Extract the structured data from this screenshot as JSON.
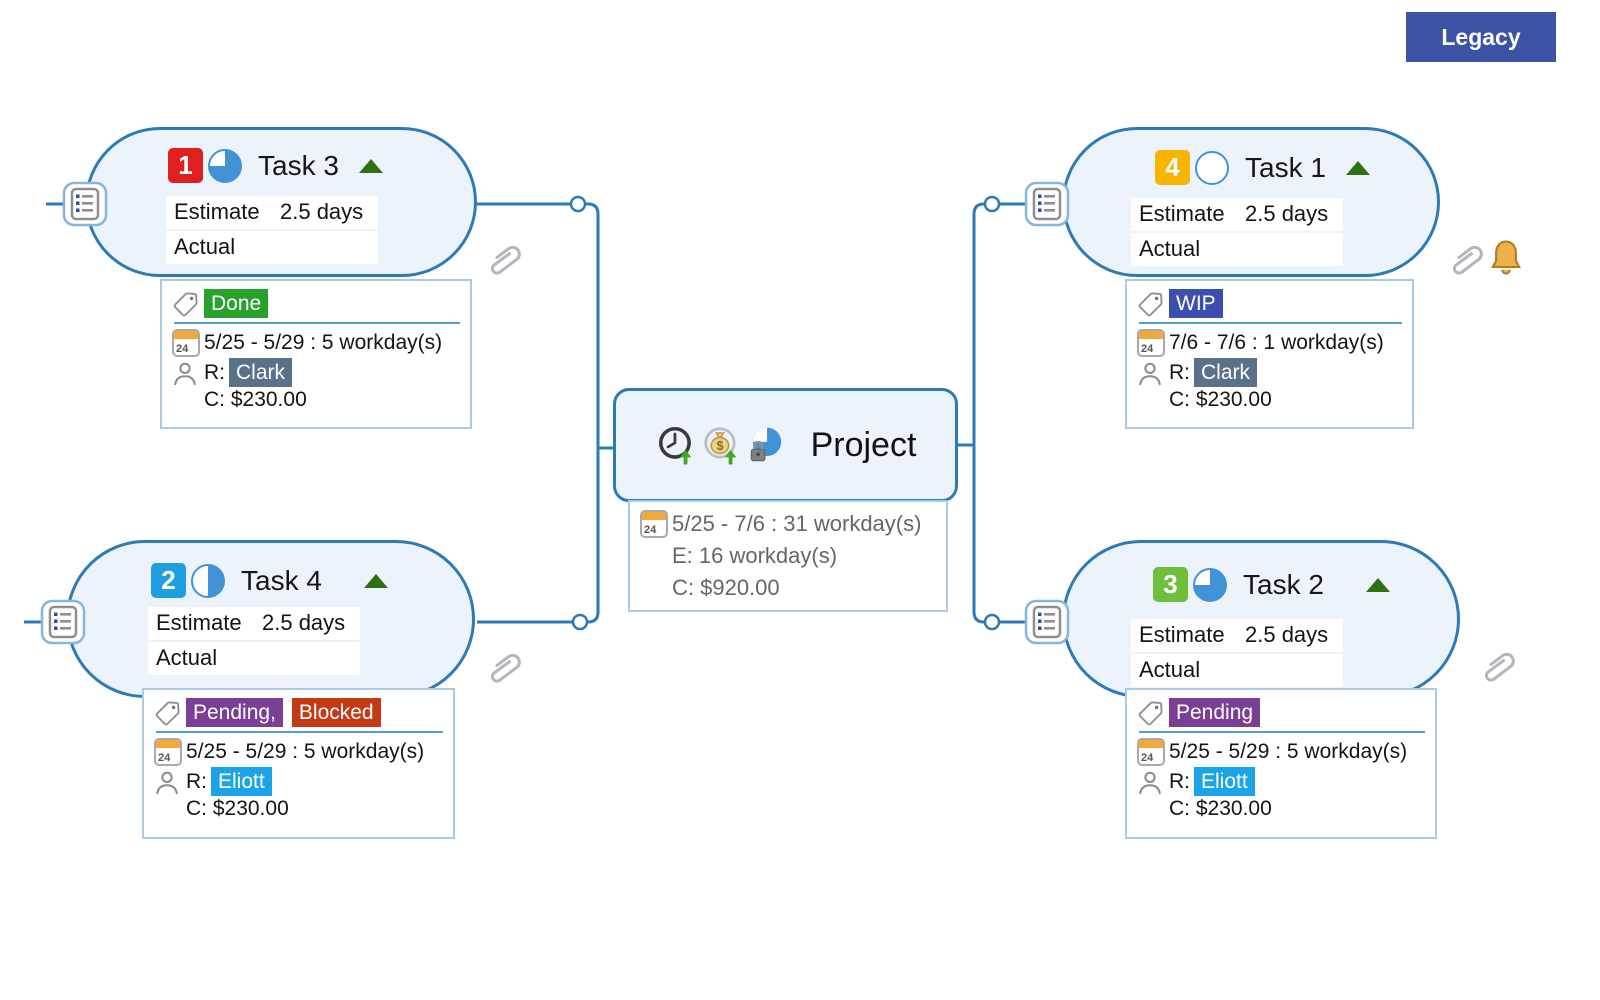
{
  "colors": {
    "node_border": "#2d7ab8",
    "node_fill": "#edf3fa",
    "connector": "#2d7ab8",
    "progress_fill": "#4292d6",
    "collapse_arrow": "#2e7012",
    "legacy_bg": "#3b53a4"
  },
  "legacy_badge": {
    "label": "Legacy"
  },
  "project": {
    "title": "Project",
    "icons": [
      "time-overrun-icon",
      "cost-overrun-icon",
      "progress-lock-icon"
    ],
    "details": {
      "dates": "5/25 - 7/6 : 31 workday(s)",
      "effort": "E: 16 workday(s)",
      "cost": "C: $920.00"
    }
  },
  "tasks": [
    {
      "title": "Task 3",
      "priority": "1",
      "priority_color": "#e01f1f",
      "progress_percent": 75,
      "estimate_label": "Estimate",
      "estimate_value": "2.5 days",
      "actual_label": "Actual",
      "actual_value": "",
      "labels": [
        {
          "text": "Done",
          "color": "#28a22d"
        }
      ],
      "details": {
        "dates": "5/25 - 5/29 : 5 workday(s)",
        "resource_prefix": "R:",
        "resource": "Clark",
        "resource_color": "#5a7289",
        "cost": "C: $230.00"
      }
    },
    {
      "title": "Task 4",
      "priority": "2",
      "priority_color": "#1f9fe0",
      "progress_percent": 50,
      "estimate_label": "Estimate",
      "estimate_value": "2.5 days",
      "actual_label": "Actual",
      "actual_value": "",
      "labels": [
        {
          "text": "Pending,",
          "color": "#7a3e94"
        },
        {
          "text": "Blocked",
          "color": "#c23b16"
        }
      ],
      "details": {
        "dates": "5/25 - 5/29 : 5 workday(s)",
        "resource_prefix": "R:",
        "resource": "Eliott",
        "resource_color": "#1ba4e8",
        "cost": "C: $230.00"
      }
    },
    {
      "title": "Task 1",
      "priority": "4",
      "priority_color": "#f7b500",
      "progress_percent": 0,
      "estimate_label": "Estimate",
      "estimate_value": "2.5 days",
      "actual_label": "Actual",
      "actual_value": "",
      "labels": [
        {
          "text": "WIP",
          "color": "#3d4fae"
        }
      ],
      "details": {
        "dates": "7/6 - 7/6 : 1 workday(s)",
        "resource_prefix": "R:",
        "resource": "Clark",
        "resource_color": "#5a7289",
        "cost": "C: $230.00"
      }
    },
    {
      "title": "Task 2",
      "priority": "3",
      "priority_color": "#6fbe3c",
      "progress_percent": 75,
      "estimate_label": "Estimate",
      "estimate_value": "2.5 days",
      "actual_label": "Actual",
      "actual_value": "",
      "labels": [
        {
          "text": "Pending",
          "color": "#7a3e94"
        }
      ],
      "details": {
        "dates": "5/25 - 5/29 : 5 workday(s)",
        "resource_prefix": "R:",
        "resource": "Eliott",
        "resource_color": "#1ba4e8",
        "cost": "C: $230.00"
      }
    }
  ]
}
